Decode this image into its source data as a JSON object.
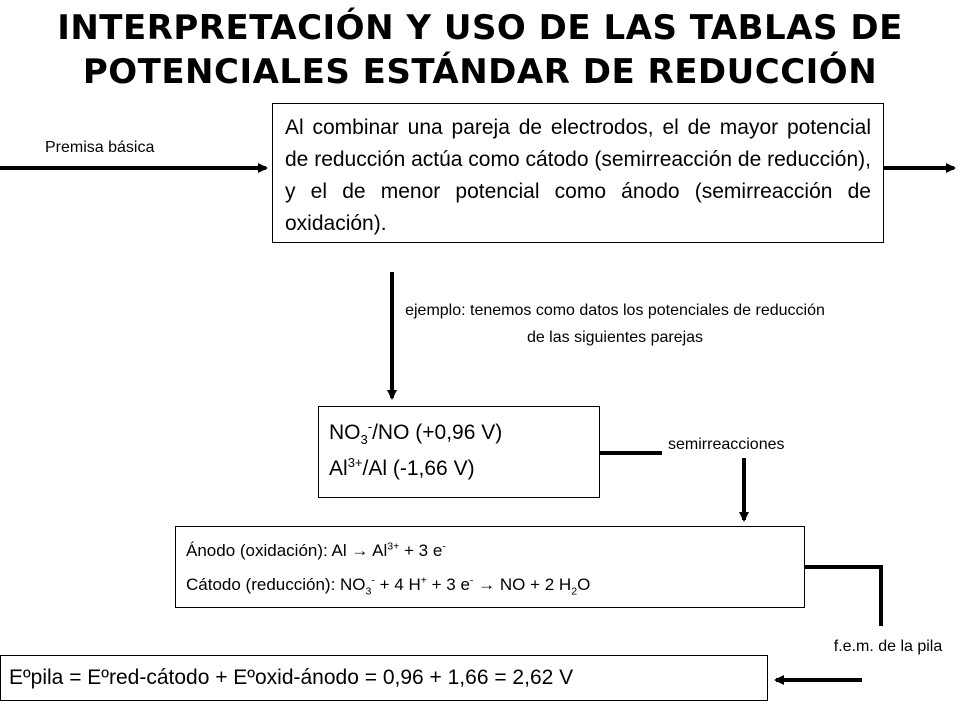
{
  "title": {
    "line1": "INTERPRETACIÓN Y USO DE LAS TABLAS DE",
    "line2": "POTENCIALES ESTÁNDAR DE REDUCCIÓN"
  },
  "premise": {
    "label": "Premisa básica",
    "text": "Al combinar una pareja de electrodos, el de mayor potencial de reducción actúa como cátodo (semirreacción de reducción), y el de menor potencial como ánodo (semirreacción de oxidación)."
  },
  "example_note": "ejemplo: tenemos como datos los potenciales de reducción de las siguientes parejas",
  "pairs": {
    "nitrate": {
      "formula": "NO",
      "sub": "3",
      "sup": "-",
      "rest": "/NO (+0,96 V)"
    },
    "aluminium": {
      "formula": "Al",
      "sup": "3+",
      "rest": "/Al (-1,66 V)"
    }
  },
  "semireactions_label": "semirreacciones",
  "half_reactions": {
    "anode": {
      "prefix": "Ánodo (oxidación):  Al → Al",
      "ion_sup": "3+",
      "middle": " + 3 e",
      "e_sup": "-"
    },
    "cathode": {
      "prefix": "Cátodo (reducción): NO",
      "sub1": "3",
      "sup1": "-",
      "part2": " + 4 H",
      "sup2": "+",
      "part3": " + 3 e",
      "sup3": "-",
      "part4": " →  NO + 2 H",
      "sub2": "2",
      "part5": "O"
    }
  },
  "fem_label": "f.e.m. de la pila",
  "result": "Eºpila = Eºred-cátodo + Eºoxid-ánodo = 0,96 + 1,66 = 2,62 V"
}
